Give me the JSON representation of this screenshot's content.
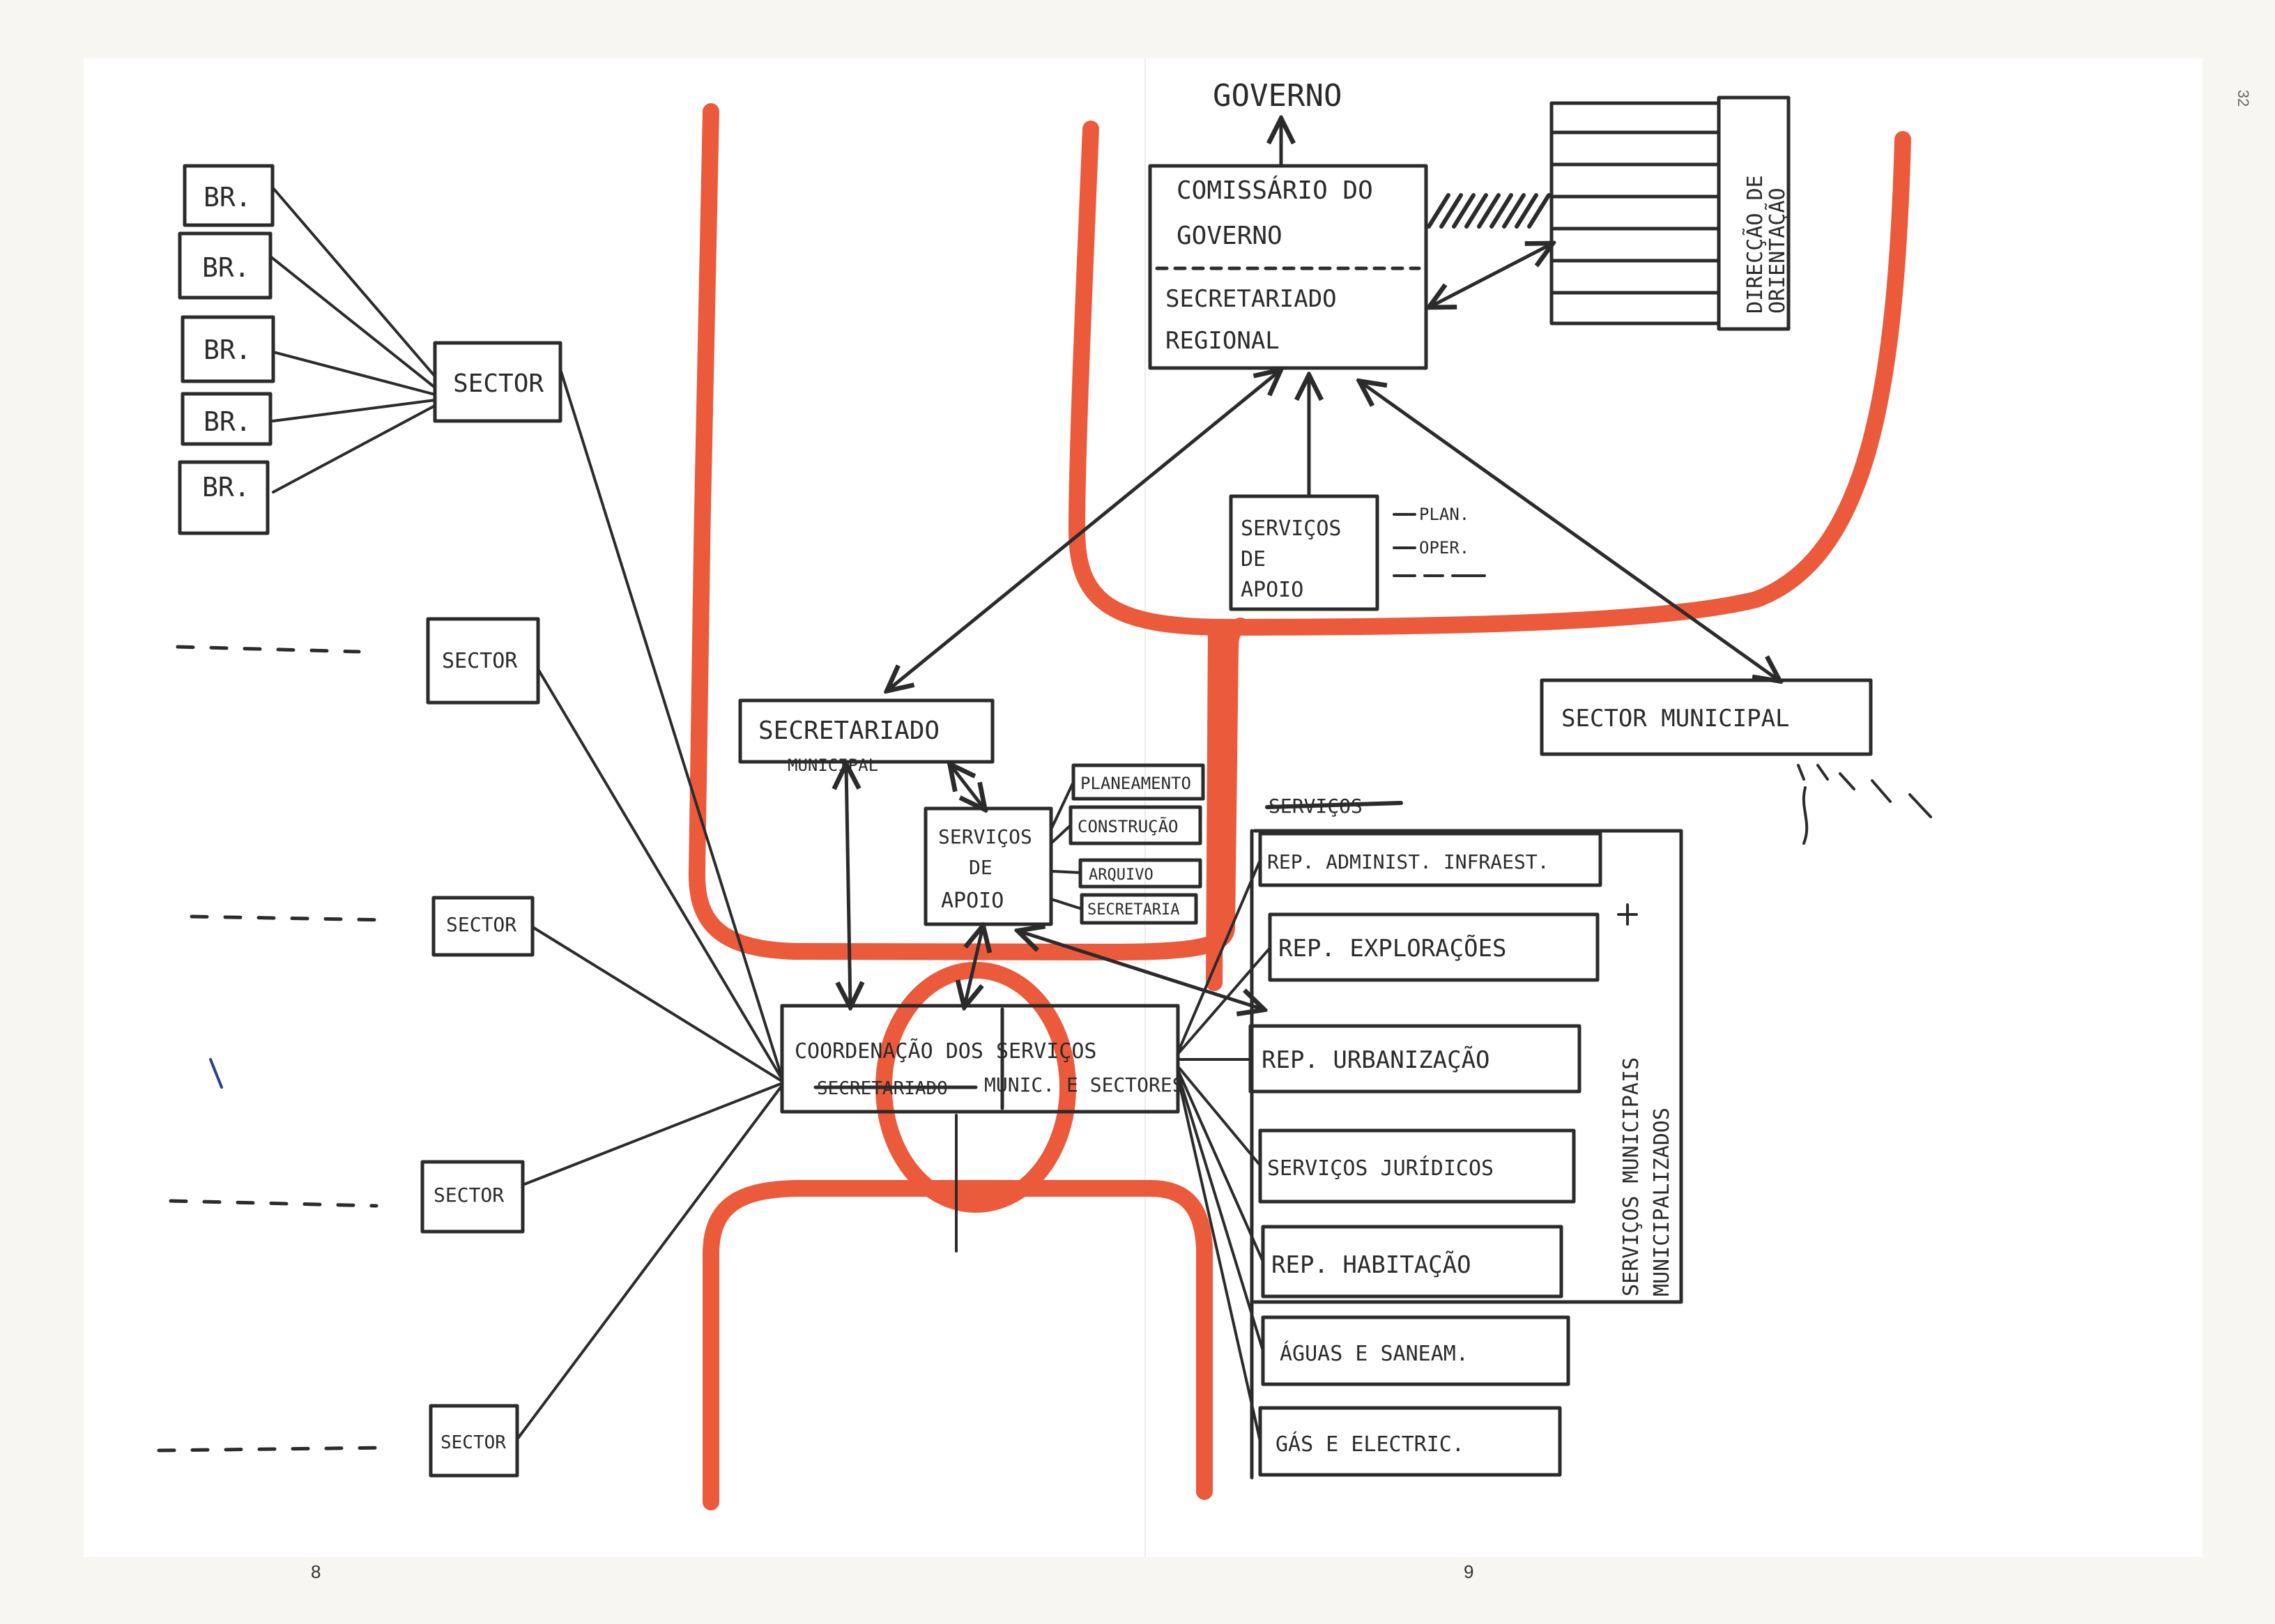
{
  "labels": {
    "governo": "GOVERNO",
    "comissario_line1": "COMISSÁRIO DO",
    "comissario_line2": "GOVERNO",
    "secretariado_regional_line1": "SECRETARIADO",
    "secretariado_regional_line2": "REGIONAL",
    "direccao_line1": "DIRECÇÃO DE",
    "direccao_line2": "ORIENTAÇÃO",
    "servicos_apoio_top_line1": "SERVIÇOS",
    "servicos_apoio_top_line2": "DE",
    "servicos_apoio_top_line3": "APOIO",
    "side_note_1": "PLAN.",
    "side_note_2": "OPER.",
    "sector_municipal": "SECTOR MUNICIPAL",
    "secretariado_municipal": "SECRETARIADO",
    "secretariado_municipal_sub": "MUNICIPAL",
    "servicos_apoio_mid_line1": "SERVIÇOS",
    "servicos_apoio_mid_line2": "DE",
    "servicos_apoio_mid_line3": "APOIO",
    "planeamento": "PLANEAMENTO",
    "construcao": "CONSTRUÇÃO",
    "arquivo": "ARQUIVO",
    "secretaria": "SECRETARIA",
    "coordenacao_line1": "COORDENAÇÃO DOS SERVIÇOS",
    "coordenacao_line2": "MUNIC. E SECTORES",
    "coordenacao_struck": "SECRETARIADO",
    "rep_adm_infraest": "REP. ADMINIST. INFRAEST.",
    "rep_exploracoes": "REP. EXPLORAÇÕES",
    "rep_urbanizacao": "REP. URBANIZAÇÃO",
    "servicos_juridicos": "SERVIÇOS JURÍDICOS",
    "rep_habitacao": "REP. HABITAÇÃO",
    "aguas_saneamento": "ÁGUAS E SANEAM.",
    "gas_electric": "GÁS E ELECTRIC.",
    "servicos_municipais_line1": "SERVIÇOS MUNICIPAIS",
    "servicos_municipais_line2": "MUNICIPALIZADOS",
    "struck_header": "SERVIÇOS",
    "br": "BR.",
    "sector": "SECTOR"
  },
  "page_numbers": {
    "left": "8",
    "right": "9"
  },
  "corner_mark": "32",
  "colors": {
    "ink": "#2b2b2b",
    "marker_red": "#ec5a3c",
    "paper": "#ffffff"
  }
}
